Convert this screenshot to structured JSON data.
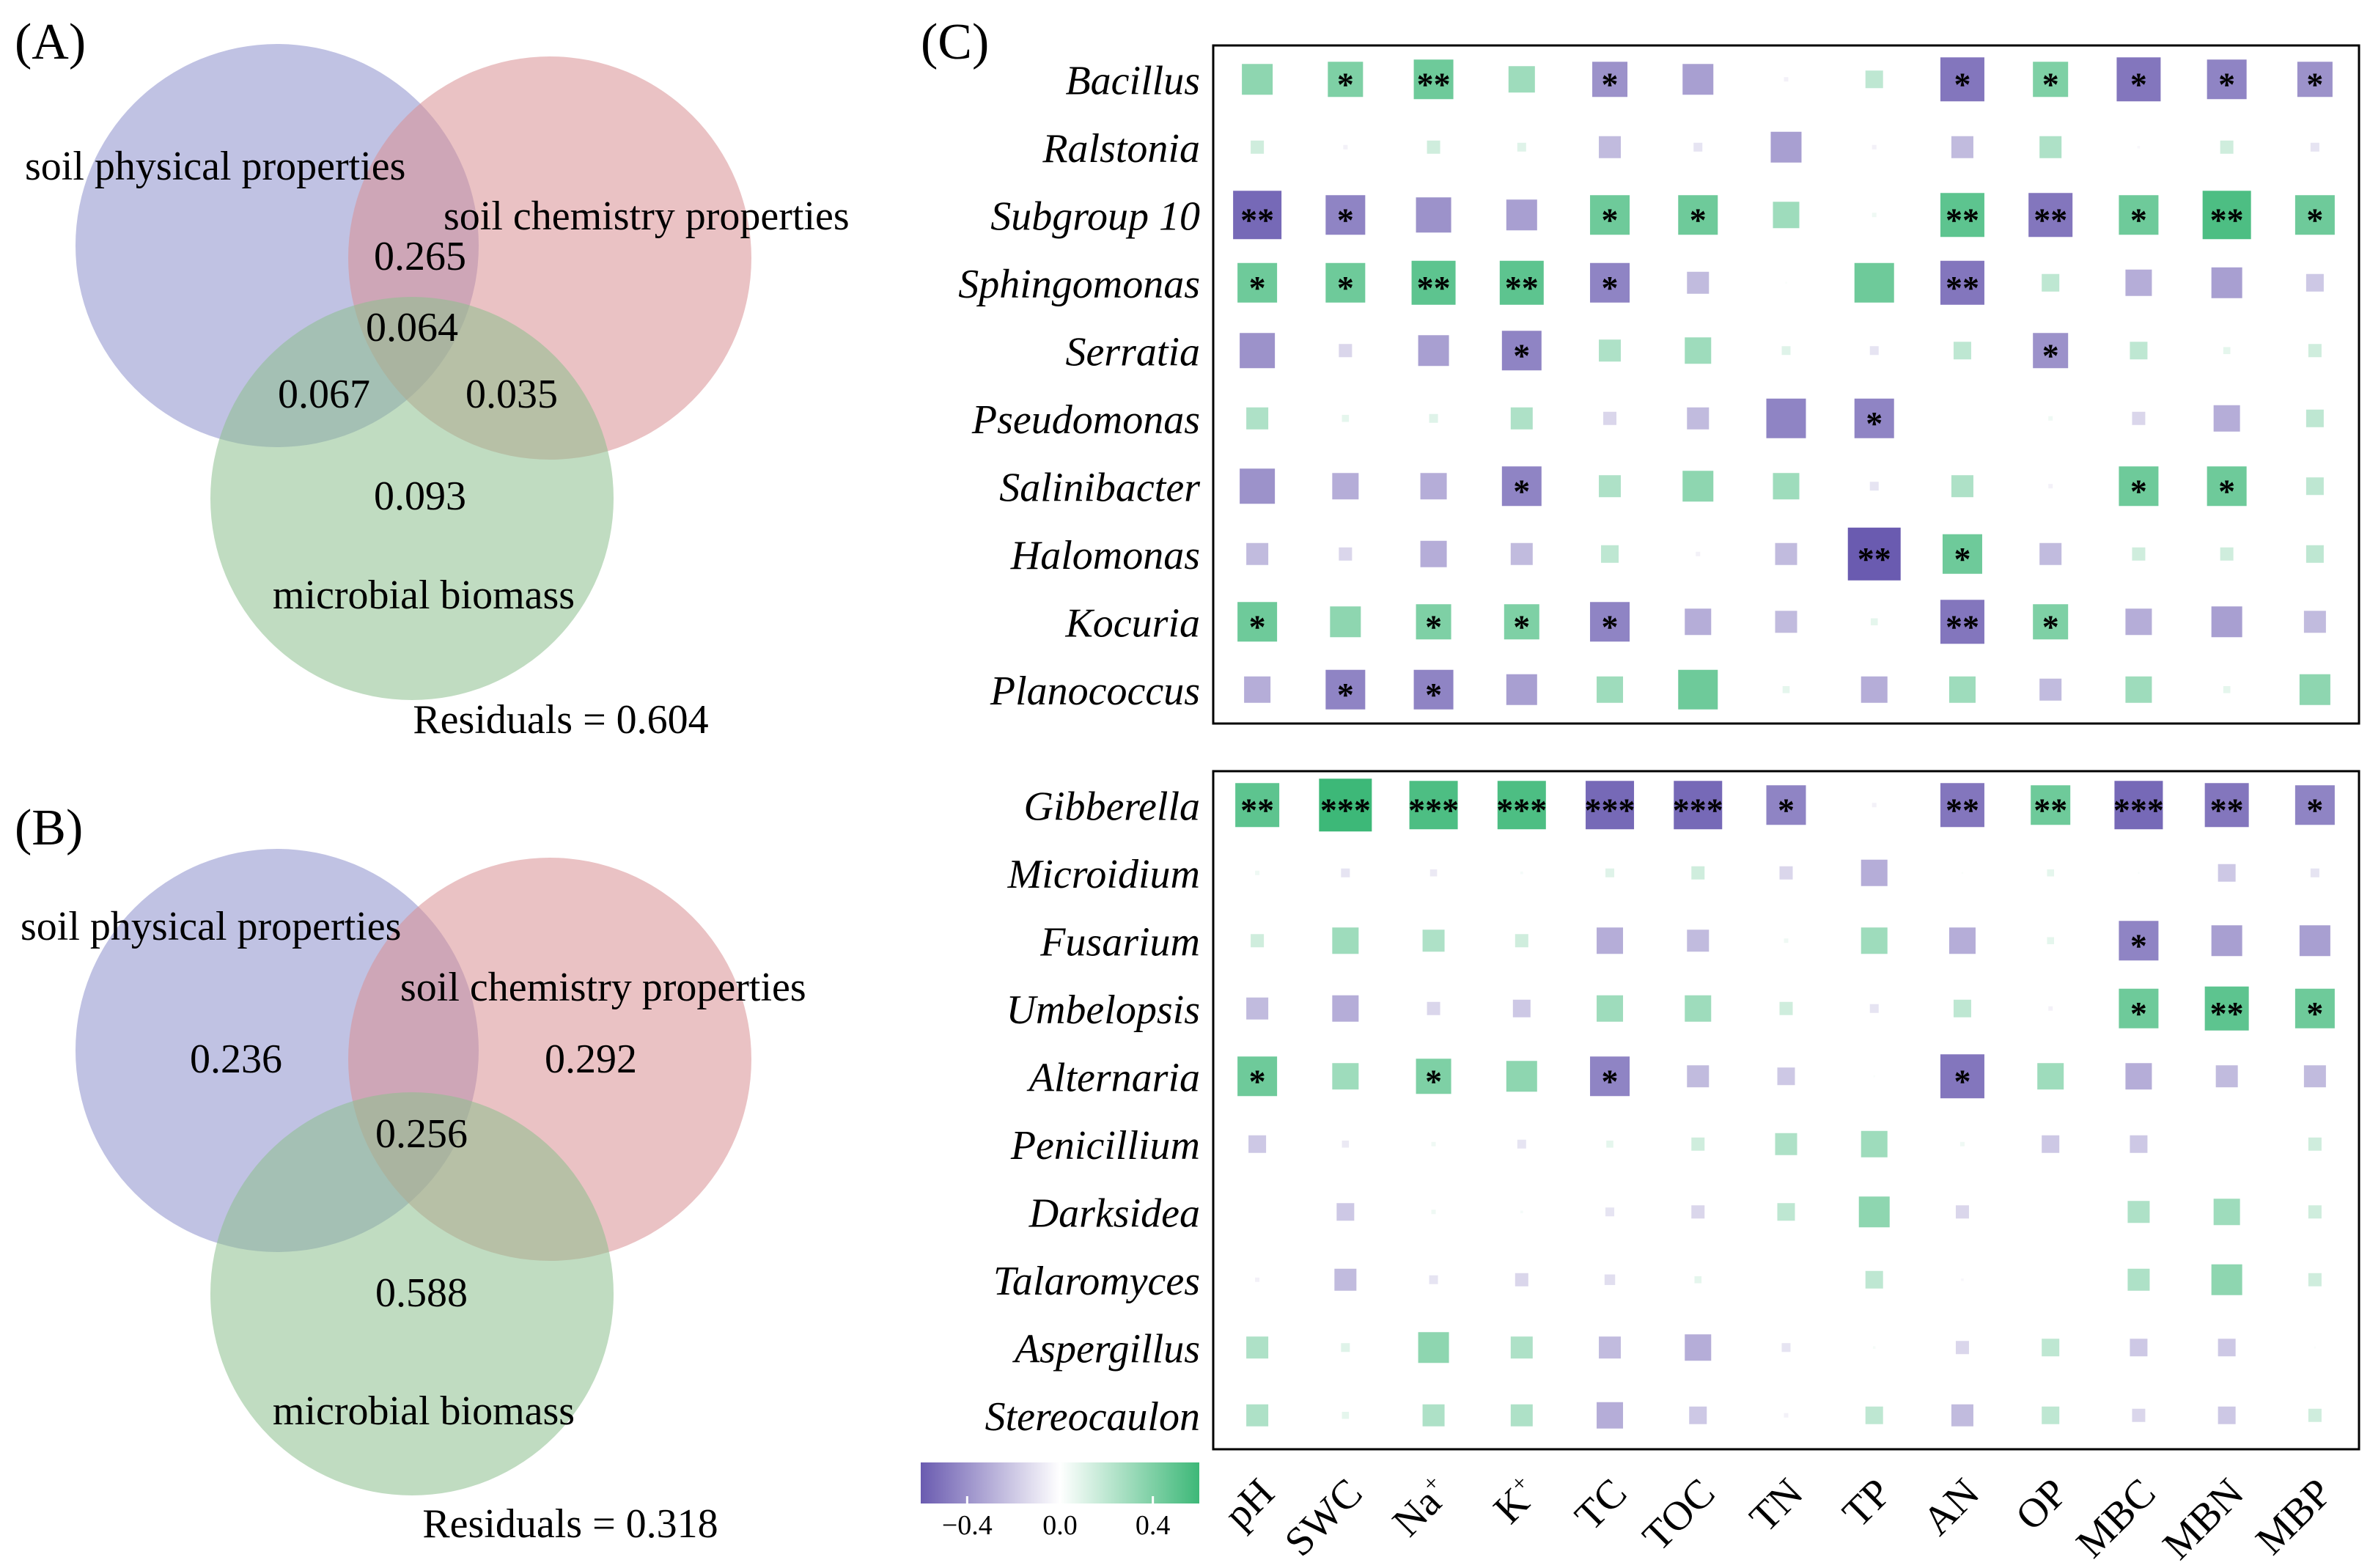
{
  "chart_data": [
    {
      "type": "venn",
      "panel": "(A)",
      "sets": [
        "soil physical properties",
        "soil chemistry properties",
        "microbial biomass"
      ],
      "regions": [
        {
          "sets": [
            "soil physical properties",
            "soil chemistry properties"
          ],
          "value": "0.265"
        },
        {
          "sets": [
            "soil physical properties",
            "soil chemistry properties",
            "microbial biomass"
          ],
          "value": "0.064"
        },
        {
          "sets": [
            "soil physical properties",
            "microbial biomass"
          ],
          "value": "0.067"
        },
        {
          "sets": [
            "soil chemistry properties",
            "microbial biomass"
          ],
          "value": "0.035"
        },
        {
          "sets": [
            "microbial biomass"
          ],
          "value": "0.093"
        }
      ],
      "residuals": "Residuals = 0.604",
      "colors": {
        "physical": "#8c8fcc",
        "chemistry": "#d98f94",
        "biomass": "#8cc08e"
      }
    },
    {
      "type": "venn",
      "panel": "(B)",
      "sets": [
        "soil physical properties",
        "soil chemistry properties",
        "microbial biomass"
      ],
      "regions": [
        {
          "sets": [
            "soil physical properties"
          ],
          "value": "0.236"
        },
        {
          "sets": [
            "soil chemistry properties"
          ],
          "value": "0.292"
        },
        {
          "sets": [
            "soil physical properties",
            "soil chemistry properties",
            "microbial biomass"
          ],
          "value": "0.256"
        },
        {
          "sets": [
            "microbial biomass"
          ],
          "value": "0.588"
        }
      ],
      "residuals": "Residuals = 0.318",
      "colors": {
        "physical": "#8c8fcc",
        "chemistry": "#d98f94",
        "biomass": "#8cc08e"
      }
    },
    {
      "type": "heatmap",
      "panel": "(C)",
      "columns": [
        "pH",
        "SWC",
        "Na",
        "K",
        "TC",
        "TOC",
        "TN",
        "TP",
        "AN",
        "OP",
        "MBC",
        "MBN",
        "MBP"
      ],
      "column_superscripts": {
        "Na": "+",
        "K": "+"
      },
      "colorbar": {
        "range": [
          -0.6,
          0.6
        ],
        "ticks": [
          -0.4,
          0.0,
          0.4
        ],
        "tick_labels": [
          "−0.4",
          "0.0",
          "0.4"
        ],
        "low_color": "#6a5bb0",
        "mid_color": "#ffffff",
        "high_color": "#3db878"
      },
      "blocks": [
        {
          "rows": [
            "Bacillus",
            "Ralstonia",
            "Subgroup 10",
            "Sphingomonas",
            "Serratia",
            "Pseudomonas",
            "Salinibacter",
            "Halomonas",
            "Kocuria",
            "Planococcus"
          ],
          "values": [
            [
              0.35,
              0.4,
              0.45,
              0.3,
              -0.4,
              -0.35,
              -0.05,
              0.2,
              -0.5,
              0.4,
              -0.5,
              -0.45,
              -0.4
            ],
            [
              0.15,
              -0.05,
              0.15,
              0.1,
              -0.25,
              -0.1,
              -0.35,
              -0.05,
              -0.25,
              0.25,
              -0.03,
              0.15,
              -0.1
            ],
            [
              -0.55,
              -0.45,
              -0.4,
              -0.35,
              0.45,
              0.45,
              0.3,
              0.05,
              0.5,
              -0.5,
              0.45,
              0.55,
              0.45
            ],
            [
              0.45,
              0.45,
              0.5,
              0.5,
              -0.45,
              -0.25,
              0.02,
              0.45,
              -0.5,
              0.2,
              -0.3,
              -0.35,
              -0.2
            ],
            [
              -0.4,
              -0.15,
              -0.35,
              -0.45,
              0.25,
              0.3,
              0.1,
              -0.1,
              0.2,
              -0.4,
              0.2,
              0.08,
              0.15
            ],
            [
              0.25,
              0.08,
              0.1,
              0.25,
              -0.15,
              -0.25,
              -0.45,
              -0.45,
              0.0,
              0.05,
              -0.15,
              -0.3,
              0.2
            ],
            [
              -0.4,
              -0.3,
              -0.3,
              -0.45,
              0.25,
              0.35,
              0.3,
              -0.1,
              0.25,
              -0.05,
              0.45,
              0.45,
              0.2
            ],
            [
              -0.25,
              -0.15,
              -0.3,
              -0.25,
              0.2,
              -0.05,
              -0.25,
              -0.6,
              0.45,
              -0.25,
              0.15,
              0.15,
              0.2
            ],
            [
              0.45,
              0.35,
              0.4,
              0.4,
              -0.45,
              -0.3,
              -0.25,
              0.08,
              -0.5,
              0.4,
              -0.3,
              -0.35,
              -0.25
            ],
            [
              -0.3,
              -0.45,
              -0.45,
              -0.35,
              0.3,
              0.45,
              0.08,
              -0.3,
              0.3,
              -0.25,
              0.3,
              0.08,
              0.35
            ]
          ],
          "stars": [
            [
              "",
              "*",
              "**",
              "",
              "*",
              "",
              "",
              "",
              "*",
              "*",
              "*",
              "*",
              "*"
            ],
            [
              "",
              "",
              "",
              "",
              "",
              "",
              "",
              "",
              "",
              "",
              "",
              "",
              ""
            ],
            [
              "**",
              "*",
              "",
              "",
              "*",
              "*",
              "",
              "",
              "**",
              "**",
              "*",
              "**",
              "*"
            ],
            [
              "*",
              "*",
              "**",
              "**",
              "*",
              "",
              "",
              "",
              "**",
              "",
              "",
              "",
              ""
            ],
            [
              "",
              "",
              "",
              "*",
              "",
              "",
              "",
              "",
              "",
              "*",
              "",
              "",
              ""
            ],
            [
              "",
              "",
              "",
              "",
              "",
              "",
              "",
              "*",
              "",
              "",
              "",
              "",
              ""
            ],
            [
              "",
              "",
              "",
              "*",
              "",
              "",
              "",
              "",
              "",
              "",
              "*",
              "*",
              ""
            ],
            [
              "",
              "",
              "",
              "",
              "",
              "",
              "",
              "**",
              "*",
              "",
              "",
              "",
              ""
            ],
            [
              "*",
              "",
              "*",
              "*",
              "*",
              "",
              "",
              "",
              "**",
              "*",
              "",
              "",
              ""
            ],
            [
              "",
              "*",
              "*",
              "",
              "",
              "",
              "",
              "",
              "",
              "",
              "",
              "",
              ""
            ]
          ]
        },
        {
          "rows": [
            "Gibberella",
            "Microidium",
            "Fusarium",
            "Umbelopsis",
            "Alternaria",
            "Penicillium",
            "Darksidea",
            "Talaromyces",
            "Aspergillus",
            "Stereocaulon"
          ],
          "values": [
            [
              0.5,
              0.6,
              0.55,
              0.55,
              -0.55,
              -0.55,
              -0.45,
              -0.05,
              -0.5,
              0.45,
              -0.55,
              -0.5,
              -0.45
            ],
            [
              0.05,
              -0.1,
              -0.08,
              0.03,
              0.1,
              0.15,
              -0.15,
              -0.3,
              0.02,
              0.08,
              0.02,
              -0.2,
              -0.1
            ],
            [
              0.15,
              0.3,
              0.25,
              0.15,
              -0.3,
              -0.25,
              0.05,
              0.3,
              -0.3,
              0.08,
              -0.45,
              -0.35,
              -0.35
            ],
            [
              -0.25,
              -0.3,
              -0.15,
              -0.2,
              0.3,
              0.3,
              0.15,
              -0.1,
              0.2,
              -0.05,
              0.45,
              0.5,
              0.45
            ],
            [
              0.45,
              0.3,
              0.4,
              0.35,
              -0.45,
              -0.25,
              -0.2,
              0.02,
              -0.5,
              0.3,
              -0.3,
              -0.25,
              -0.25
            ],
            [
              -0.2,
              -0.08,
              0.05,
              -0.1,
              0.08,
              0.15,
              0.25,
              0.3,
              0.05,
              -0.2,
              -0.2,
              0.0,
              0.15
            ],
            [
              0.0,
              -0.2,
              0.05,
              0.03,
              -0.1,
              -0.15,
              0.2,
              0.35,
              -0.15,
              0.0,
              0.25,
              0.3,
              0.15
            ],
            [
              -0.05,
              -0.25,
              -0.1,
              -0.15,
              -0.12,
              0.08,
              0.0,
              0.2,
              -0.03,
              0.0,
              0.25,
              0.35,
              0.15
            ],
            [
              0.25,
              0.1,
              0.35,
              0.25,
              -0.25,
              -0.3,
              -0.1,
              0.03,
              -0.15,
              0.2,
              -0.2,
              -0.2,
              0.02
            ],
            [
              0.25,
              0.08,
              0.25,
              0.25,
              -0.3,
              -0.2,
              -0.05,
              0.2,
              -0.25,
              0.2,
              -0.15,
              -0.2,
              0.15
            ]
          ],
          "stars": [
            [
              "**",
              "***",
              "***",
              "***",
              "***",
              "***",
              "*",
              "",
              "**",
              "**",
              "***",
              "**",
              "*"
            ],
            [
              "",
              "",
              "",
              "",
              "",
              "",
              "",
              "",
              "",
              "",
              "",
              "",
              ""
            ],
            [
              "",
              "",
              "",
              "",
              "",
              "",
              "",
              "",
              "",
              "",
              "*",
              "",
              ""
            ],
            [
              "",
              "",
              "",
              "",
              "",
              "",
              "",
              "",
              "",
              "",
              "*",
              "**",
              "*"
            ],
            [
              "*",
              "",
              "*",
              "",
              "*",
              "",
              "",
              "",
              "*",
              "",
              "",
              "",
              ""
            ],
            [
              "",
              "",
              "",
              "",
              "",
              "",
              "",
              "",
              "",
              "",
              "",
              "",
              ""
            ],
            [
              "",
              "",
              "",
              "",
              "",
              "",
              "",
              "",
              "",
              "",
              "",
              "",
              ""
            ],
            [
              "",
              "",
              "",
              "",
              "",
              "",
              "",
              "",
              "",
              "",
              "",
              "",
              ""
            ],
            [
              "",
              "",
              "",
              "",
              "",
              "",
              "",
              "",
              "",
              "",
              "",
              "",
              ""
            ],
            [
              "",
              "",
              "",
              "",
              "",
              "",
              "",
              "",
              "",
              "",
              "",
              "",
              ""
            ]
          ]
        }
      ]
    }
  ]
}
